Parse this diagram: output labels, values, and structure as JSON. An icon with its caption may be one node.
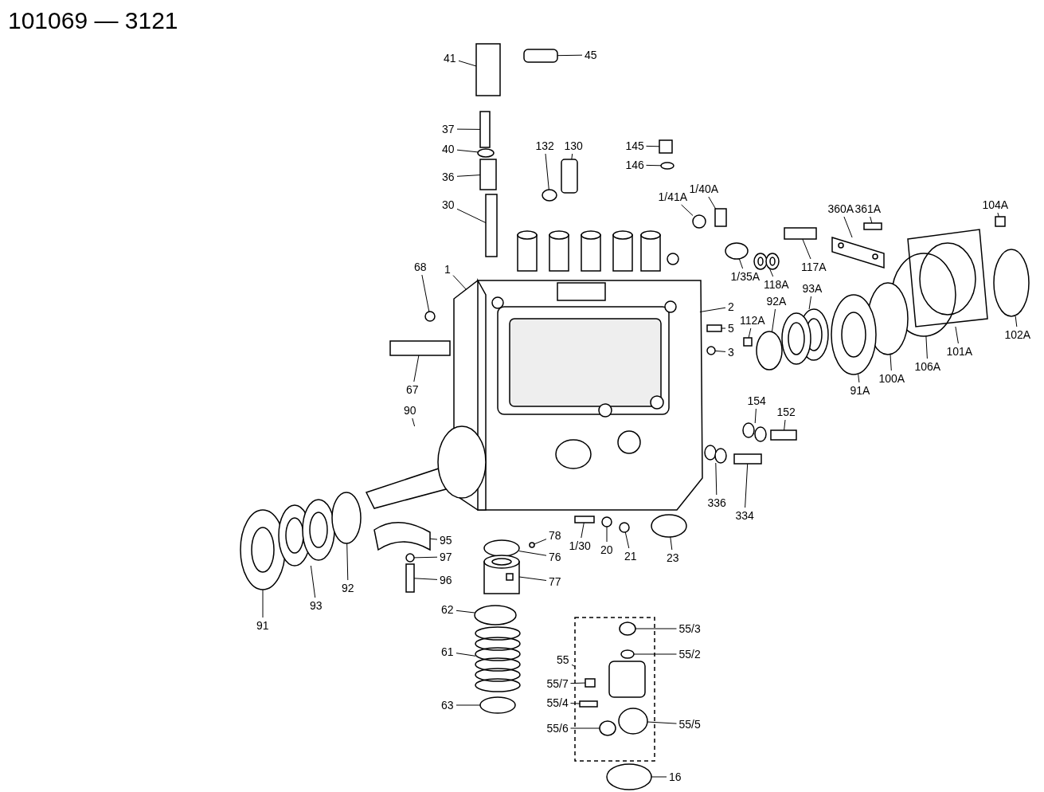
{
  "diagram": {
    "title": "101069 — 3121",
    "nodes": [
      {
        "text": [
          "41"
        ]
      },
      {
        "text": [
          "45"
        ]
      },
      {
        "text": [
          "37"
        ]
      },
      {
        "text": [
          "40"
        ]
      },
      {
        "text": [
          "132"
        ]
      },
      {
        "text": [
          "130"
        ]
      },
      {
        "text": [
          "145"
        ]
      },
      {
        "text": [
          "146"
        ]
      },
      {
        "text": [
          "36"
        ]
      },
      {
        "text": [
          "30"
        ]
      },
      {
        "text": [
          "1/40A"
        ]
      },
      {
        "text": [
          "1/41A"
        ]
      },
      {
        "text": [
          "360A"
        ]
      },
      {
        "text": [
          "361A"
        ]
      },
      {
        "text": [
          "104A"
        ]
      },
      {
        "text": [
          "68"
        ]
      },
      {
        "text": [
          "1"
        ]
      },
      {
        "text": [
          "117A"
        ]
      },
      {
        "text": [
          "1/35A"
        ]
      },
      {
        "text": [
          "118A"
        ]
      },
      {
        "text": [
          "93A"
        ]
      },
      {
        "text": [
          "92A"
        ]
      },
      {
        "text": [
          "112A"
        ]
      },
      {
        "text": [
          "2"
        ]
      },
      {
        "text": [
          "5"
        ]
      },
      {
        "text": [
          "3"
        ]
      },
      {
        "text": [
          "102A"
        ]
      },
      {
        "text": [
          "101A"
        ]
      },
      {
        "text": [
          "106A"
        ]
      },
      {
        "text": [
          "100A"
        ]
      },
      {
        "text": [
          "91A"
        ]
      },
      {
        "text": [
          "67"
        ]
      },
      {
        "text": [
          "154"
        ]
      },
      {
        "text": [
          "152"
        ]
      },
      {
        "text": [
          "90"
        ]
      },
      {
        "text": [
          "336"
        ]
      },
      {
        "text": [
          "334"
        ]
      },
      {
        "text": [
          "1/30"
        ]
      },
      {
        "text": [
          "20"
        ]
      },
      {
        "text": [
          "21"
        ]
      },
      {
        "text": [
          "23"
        ]
      },
      {
        "text": [
          "78"
        ]
      },
      {
        "text": [
          "95"
        ]
      },
      {
        "text": [
          "76"
        ]
      },
      {
        "text": [
          "97"
        ]
      },
      {
        "text": [
          "96"
        ]
      },
      {
        "text": [
          "77"
        ]
      },
      {
        "text": [
          "91"
        ]
      },
      {
        "text": [
          "93"
        ]
      },
      {
        "text": [
          "92"
        ]
      },
      {
        "text": [
          "62"
        ]
      },
      {
        "text": [
          "55/3"
        ]
      },
      {
        "text": [
          "61"
        ]
      },
      {
        "text": [
          "55/2"
        ]
      },
      {
        "text": [
          "55"
        ]
      },
      {
        "text": [
          "55/7"
        ]
      },
      {
        "text": [
          "55/4"
        ]
      },
      {
        "text": [
          "55/6"
        ]
      },
      {
        "text": [
          "55/5"
        ]
      },
      {
        "text": [
          "63"
        ]
      },
      {
        "text": [
          "16"
        ]
      },
      {
        "text": [],
        "shape": "box"
      },
      {
        "text": [],
        "shape": "box"
      },
      {
        "text": [],
        "shape": "box"
      },
      {
        "text": [],
        "shape": "circle"
      },
      {
        "text": [],
        "shape": "circle"
      },
      {
        "text": [],
        "shape": "box"
      },
      {
        "text": [],
        "shape": "box"
      },
      {
        "text": [],
        "shape": "circle"
      },
      {
        "text": [],
        "shape": "box"
      },
      {
        "text": [],
        "shape": "box"
      },
      {
        "text": [],
        "shape": "box"
      },
      {
        "text": [],
        "shape": "circle"
      },
      {
        "text": [],
        "shape": "picture"
      },
      {
        "text": [],
        "shape": "box"
      },
      {
        "text": [],
        "shape": "box"
      },
      {
        "text": [],
        "shape": "circle"
      },
      {
        "text": [],
        "shape": "picture"
      },
      {
        "text": [],
        "shape": "box"
      },
      {
        "text": [],
        "shape": "circle"
      },
      {
        "text": [],
        "shape": "picture"
      },
      {
        "text": [],
        "shape": "picture"
      },
      {
        "text": [],
        "shape": "circle"
      },
      {
        "text": [],
        "shape": "box"
      },
      {
        "text": [],
        "shape": "box"
      },
      {
        "text": [],
        "shape": "circle"
      },
      {
        "text": [],
        "shape": "circle"
      },
      {
        "text": [],
        "shape": "picture"
      },
      {
        "text": [],
        "shape": "circle"
      },
      {
        "text": [],
        "shape": "circle"
      },
      {
        "text": [],
        "shape": "picture"
      },
      {
        "text": [],
        "shape": "box"
      },
      {
        "text": [],
        "shape": "picture"
      },
      {
        "text": [],
        "shape": "box"
      },
      {
        "text": [],
        "shape": "picture"
      },
      {
        "text": [],
        "shape": "picture"
      },
      {
        "text": [],
        "shape": "box"
      },
      {
        "text": [],
        "shape": "box"
      },
      {
        "text": [],
        "shape": "circle"
      },
      {
        "text": [],
        "shape": "circle"
      },
      {
        "text": [],
        "shape": "circle"
      },
      {
        "text": [],
        "shape": "circle"
      },
      {
        "text": [],
        "shape": "picture"
      },
      {
        "text": [],
        "shape": "circle"
      },
      {
        "text": [],
        "shape": "circle"
      },
      {
        "text": [],
        "shape": "box"
      },
      {
        "text": [],
        "shape": "picture"
      },
      {
        "text": [],
        "shape": "picture"
      },
      {
        "text": [],
        "shape": "picture"
      },
      {
        "text": [],
        "shape": "circle"
      },
      {
        "text": [],
        "shape": "circle"
      },
      {
        "text": [],
        "shape": "picture"
      },
      {
        "text": [],
        "shape": "picture"
      },
      {
        "text": [],
        "shape": "circle",
        "in": 111
      },
      {
        "text": [],
        "shape": "circle",
        "in": 111
      },
      {
        "text": [],
        "shape": "box",
        "in": 111
      },
      {
        "text": [],
        "shape": "box",
        "in": 111
      },
      {
        "text": [],
        "shape": "circle",
        "in": 111
      },
      {
        "text": [],
        "shape": "circle",
        "in": 111
      },
      {
        "text": [],
        "shape": "circle"
      },
      {
        "text": [],
        "shape": "circle"
      }
    ],
    "edges": [
      {
        "from": 0,
        "to": 61,
        "arrow": "none"
      },
      {
        "from": 1,
        "to": 62,
        "arrow": "none"
      },
      {
        "from": 2,
        "to": 63,
        "arrow": "none"
      },
      {
        "from": 3,
        "to": 64,
        "arrow": "none"
      },
      {
        "from": 4,
        "to": 65,
        "arrow": "none"
      },
      {
        "from": 5,
        "to": 66,
        "arrow": "none"
      },
      {
        "from": 6,
        "to": 67,
        "arrow": "none"
      },
      {
        "from": 7,
        "to": 68,
        "arrow": "none"
      },
      {
        "from": 8,
        "to": 69,
        "arrow": "none"
      },
      {
        "from": 9,
        "to": 70,
        "arrow": "none"
      },
      {
        "from": 10,
        "to": 71,
        "arrow": "none"
      },
      {
        "from": 11,
        "to": 72,
        "arrow": "none"
      },
      {
        "from": 12,
        "to": 73,
        "arrow": "none"
      },
      {
        "from": 13,
        "to": 74,
        "arrow": "none"
      },
      {
        "from": 14,
        "to": 75,
        "arrow": "none"
      },
      {
        "from": 15,
        "to": 76,
        "arrow": "none"
      },
      {
        "from": 16,
        "to": 77,
        "arrow": "none"
      },
      {
        "from": 17,
        "to": 78,
        "arrow": "none"
      },
      {
        "from": 18,
        "to": 79,
        "arrow": "none"
      },
      {
        "from": 19,
        "to": 80,
        "arrow": "none"
      },
      {
        "from": 20,
        "to": 81,
        "arrow": "none"
      },
      {
        "from": 21,
        "to": 82,
        "arrow": "none"
      },
      {
        "from": 22,
        "to": 83,
        "arrow": "none"
      },
      {
        "from": 23,
        "to": 77,
        "arrow": "none"
      },
      {
        "from": 24,
        "to": 84,
        "arrow": "none"
      },
      {
        "from": 25,
        "to": 85,
        "arrow": "none"
      },
      {
        "from": 26,
        "to": 86,
        "arrow": "none"
      },
      {
        "from": 27,
        "to": 87,
        "arrow": "none"
      },
      {
        "from": 28,
        "to": 88,
        "arrow": "none"
      },
      {
        "from": 29,
        "to": 89,
        "arrow": "none"
      },
      {
        "from": 30,
        "to": 90,
        "arrow": "none"
      },
      {
        "from": 31,
        "to": 91,
        "arrow": "none"
      },
      {
        "from": 32,
        "to": 92,
        "arrow": "none"
      },
      {
        "from": 33,
        "to": 93,
        "arrow": "none"
      },
      {
        "from": 34,
        "to": 94,
        "arrow": "none"
      },
      {
        "from": 35,
        "to": 95,
        "arrow": "none"
      },
      {
        "from": 36,
        "to": 96,
        "arrow": "none"
      },
      {
        "from": 37,
        "to": 97,
        "arrow": "none"
      },
      {
        "from": 38,
        "to": 98,
        "arrow": "none"
      },
      {
        "from": 39,
        "to": 99,
        "arrow": "none"
      },
      {
        "from": 40,
        "to": 100,
        "arrow": "none"
      },
      {
        "from": 41,
        "to": 101,
        "arrow": "none"
      },
      {
        "from": 42,
        "to": 102,
        "arrow": "none"
      },
      {
        "from": 43,
        "to": 103,
        "arrow": "none"
      },
      {
        "from": 44,
        "to": 104,
        "arrow": "none"
      },
      {
        "from": 45,
        "to": 105,
        "arrow": "none"
      },
      {
        "from": 46,
        "to": 106,
        "arrow": "none"
      },
      {
        "from": 47,
        "to": 107,
        "arrow": "none"
      },
      {
        "from": 48,
        "to": 108,
        "arrow": "none"
      },
      {
        "from": 49,
        "to": 109,
        "arrow": "none"
      },
      {
        "from": 50,
        "to": 110,
        "arrow": "none"
      },
      {
        "from": 51,
        "to": 114,
        "arrow": "none"
      },
      {
        "from": 52,
        "to": 112,
        "arrow": "none"
      },
      {
        "from": 53,
        "to": 113,
        "arrow": "none"
      },
      {
        "from": 54,
        "to": 111,
        "arrow": "none"
      },
      {
        "from": 55,
        "to": 115,
        "arrow": "none"
      },
      {
        "from": 56,
        "to": 116,
        "arrow": "none"
      },
      {
        "from": 57,
        "to": 117,
        "arrow": "none"
      },
      {
        "from": 58,
        "to": 118,
        "arrow": "none"
      },
      {
        "from": 59,
        "to": 119,
        "arrow": "none"
      },
      {
        "from": 60,
        "to": 120,
        "arrow": "none"
      }
    ]
  }
}
